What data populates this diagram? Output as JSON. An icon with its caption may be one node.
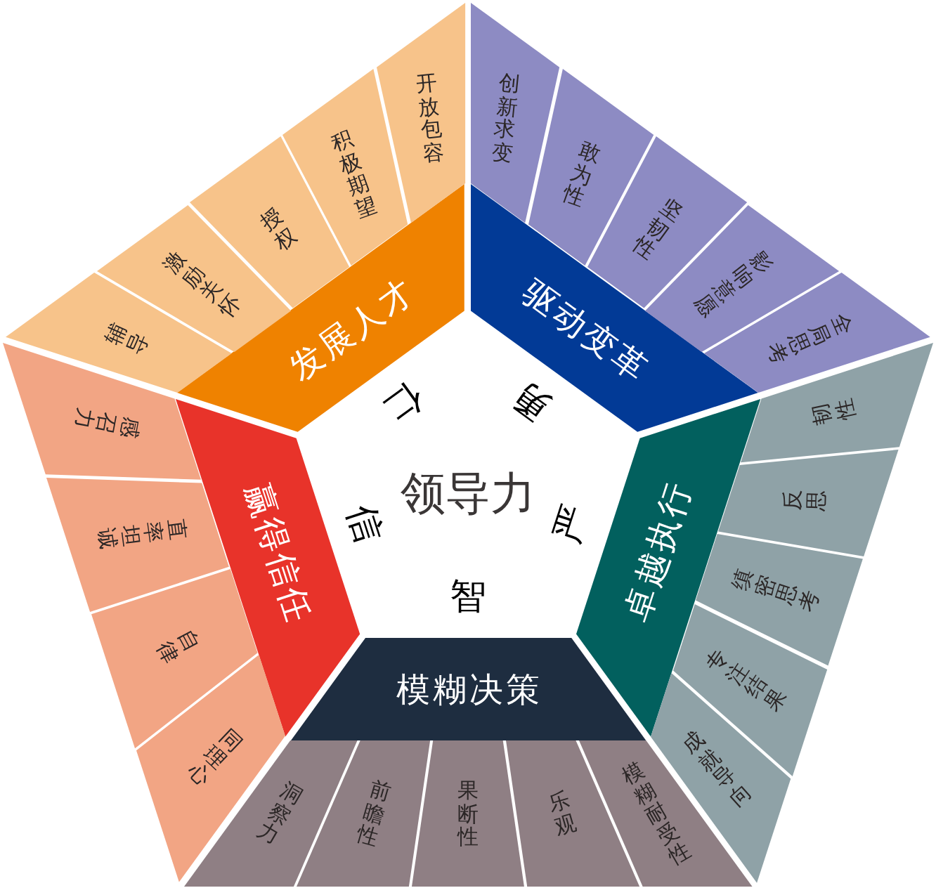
{
  "diagram": {
    "nodes": [
      {
        "text": [
          "发展人才"
        ]
      },
      {
        "text": [
          "辅导"
        ]
      },
      {
        "text": [
          "激励关怀"
        ]
      },
      {
        "text": [
          "授权"
        ]
      },
      {
        "text": [
          "积极期望"
        ]
      },
      {
        "text": [
          "开放包容"
        ]
      },
      {
        "text": [
          "驱动变革"
        ]
      },
      {
        "text": [
          "创新求变"
        ]
      },
      {
        "text": [
          "敢为性"
        ]
      },
      {
        "text": [
          "坚韧性"
        ]
      },
      {
        "text": [
          "影响意愿"
        ]
      },
      {
        "text": [
          "全局思考"
        ]
      },
      {
        "text": [
          "卓越执行"
        ]
      },
      {
        "text": [
          "韧性"
        ]
      },
      {
        "text": [
          "反思"
        ]
      },
      {
        "text": [
          "缜密思考"
        ]
      },
      {
        "text": [
          "专注结果"
        ]
      },
      {
        "text": [
          "成就导向"
        ]
      },
      {
        "text": [
          "模糊决策"
        ]
      },
      {
        "text": [
          "洞察力"
        ]
      },
      {
        "text": [
          "前瞻性"
        ]
      },
      {
        "text": [
          "果断性"
        ]
      },
      {
        "text": [
          "乐观"
        ]
      },
      {
        "text": [
          "模糊耐受性"
        ]
      },
      {
        "text": [
          "赢得信任"
        ]
      },
      {
        "text": [
          "感召力"
        ]
      },
      {
        "text": [
          "直率坦诚"
        ]
      },
      {
        "text": [
          "自律"
        ]
      },
      {
        "text": [
          "同理心"
        ]
      }
    ],
    "labels": [
      "仁",
      "勇",
      "信",
      "领导力",
      "严",
      "智"
    ]
  }
}
